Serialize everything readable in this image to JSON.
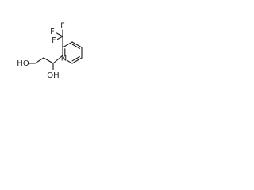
{
  "structure": {
    "atoms": {
      "n1": "N",
      "f_top": "F",
      "f_left": "F",
      "f_bottom": "F",
      "oh_left": "HO",
      "oh_bottom": "OH"
    },
    "colors": {
      "bonds": "#1a1a1a",
      "labels": "#1a1a1a",
      "background": "#ffffff"
    }
  }
}
